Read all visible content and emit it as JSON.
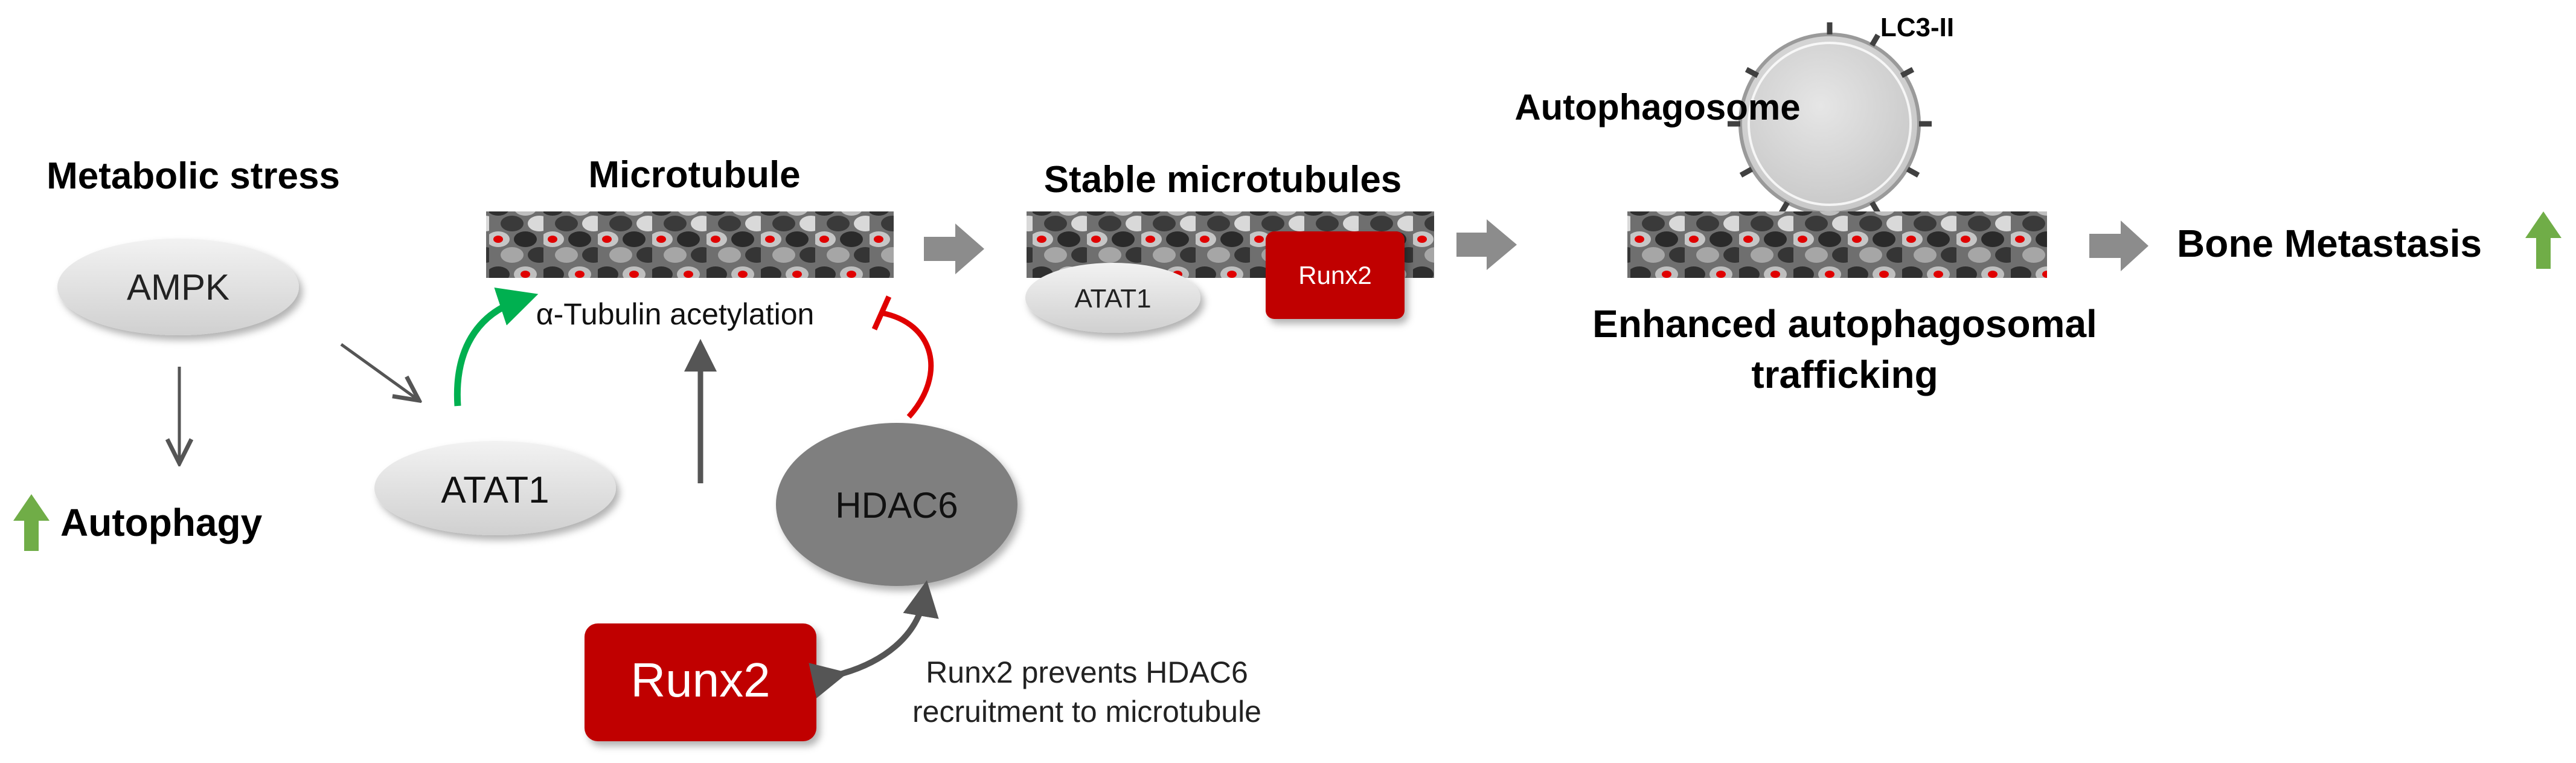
{
  "labels": {
    "metabolic_stress": "Metabolic stress",
    "microtubule": "Microtubule",
    "stable_microtubules": "Stable microtubules",
    "autophagosome": "Autophagosome",
    "lc3": "LC3-II",
    "bone_metastasis": "Bone Metastasis",
    "enhanced_line1": "Enhanced autophagosomal",
    "enhanced_line2": "trafficking",
    "autophagy": "Autophagy",
    "tubulin_acetylation": "α-Tubulin  acetylation",
    "runx2_note_line1": "Runx2 prevents HDAC6",
    "runx2_note_line2": "recruitment to microtubule"
  },
  "nodes": {
    "ampk": "AMPK",
    "atat1": "ATAT1",
    "hdac6": "HDAC6",
    "runx2": "Runx2",
    "atat1_small": "ATAT1",
    "runx2_small": "Runx2"
  },
  "colors": {
    "runx2_red": "#c00000",
    "arrow_gray": "#555555",
    "block_arrow_gray": "#8c8c8c",
    "up_arrow_green": "#70ad47",
    "activation_green": "#00b050",
    "inhibition_red": "#e00000",
    "node_light": "#e3e3e3",
    "node_dark": "#7f7f7f",
    "vesicle": "#d9d9d9"
  },
  "icons": [
    "up-arrow-icon",
    "block-arrow-icon",
    "inhibition-icon",
    "activation-arrow-icon"
  ]
}
